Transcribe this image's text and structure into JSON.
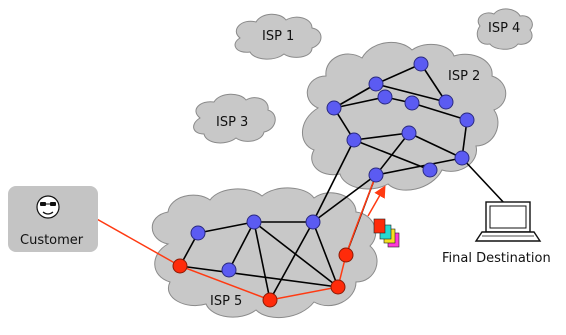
{
  "labels": {
    "isp1": "ISP 1",
    "isp2": "ISP 2",
    "isp3": "ISP 3",
    "isp4": "ISP 4",
    "isp5": "ISP 5",
    "customer": "Customer",
    "destination": "Final Destination"
  },
  "colors": {
    "cloud": "#c8c8c8",
    "cloud_stroke": "#8a8a8a",
    "router": "#5b5bf2",
    "path_router": "#ff2b0a",
    "path_line": "#ff3a12",
    "customer_box": "#c4c4c4"
  },
  "packet_colors": [
    "#ff2b0a",
    "#28d9d0",
    "#f5e020",
    "#ff3ad8"
  ]
}
